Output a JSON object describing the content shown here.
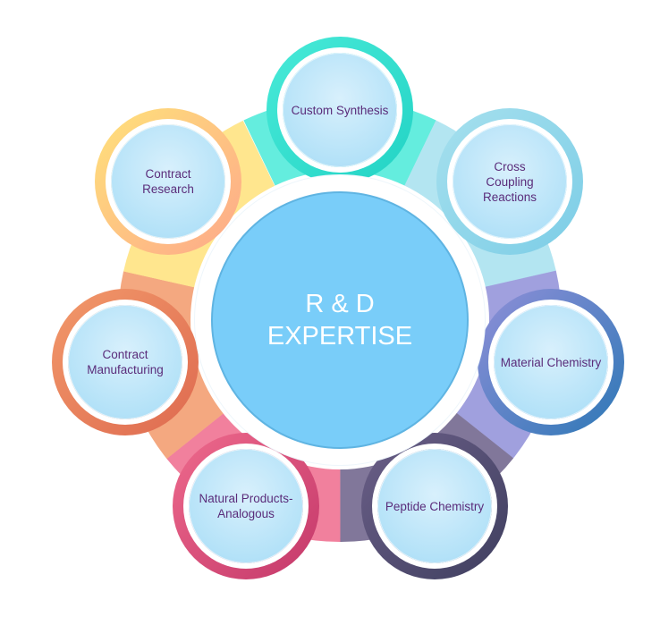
{
  "center": {
    "label": "R & D\nEXPERTISE",
    "color": "#79cdf9"
  },
  "nodes": [
    {
      "id": "custom-synthesis",
      "label": "Custom Synthesis",
      "ring_color": "#22d3c5",
      "ring_color2": "#49ead8"
    },
    {
      "id": "cross-coupling-reactions",
      "label": "Cross\nCoupling\nReactions",
      "ring_color": "#7ccde6",
      "ring_color2": "#a6e0ee"
    },
    {
      "id": "material-chemistry",
      "label": "Material  Chemistry",
      "ring_color": "#2d78b6",
      "ring_color2": "#8f8fd8"
    },
    {
      "id": "peptide-chemistry",
      "label": "Peptide Chemistry",
      "ring_color": "#3f3f5f",
      "ring_color2": "#6b5f88"
    },
    {
      "id": "natural-products-analogous",
      "label": "Natural Products-\nAnalogous",
      "ring_color": "#c4386a",
      "ring_color2": "#ee6a8c"
    },
    {
      "id": "contract-manufacturing",
      "label": "Contract\nManufacturing",
      "ring_color": "#de6a50",
      "ring_color2": "#f2996a"
    },
    {
      "id": "contract-research",
      "label": "Contract\nResearch",
      "ring_color": "#fda88a",
      "ring_color2": "#ffe27a"
    }
  ]
}
